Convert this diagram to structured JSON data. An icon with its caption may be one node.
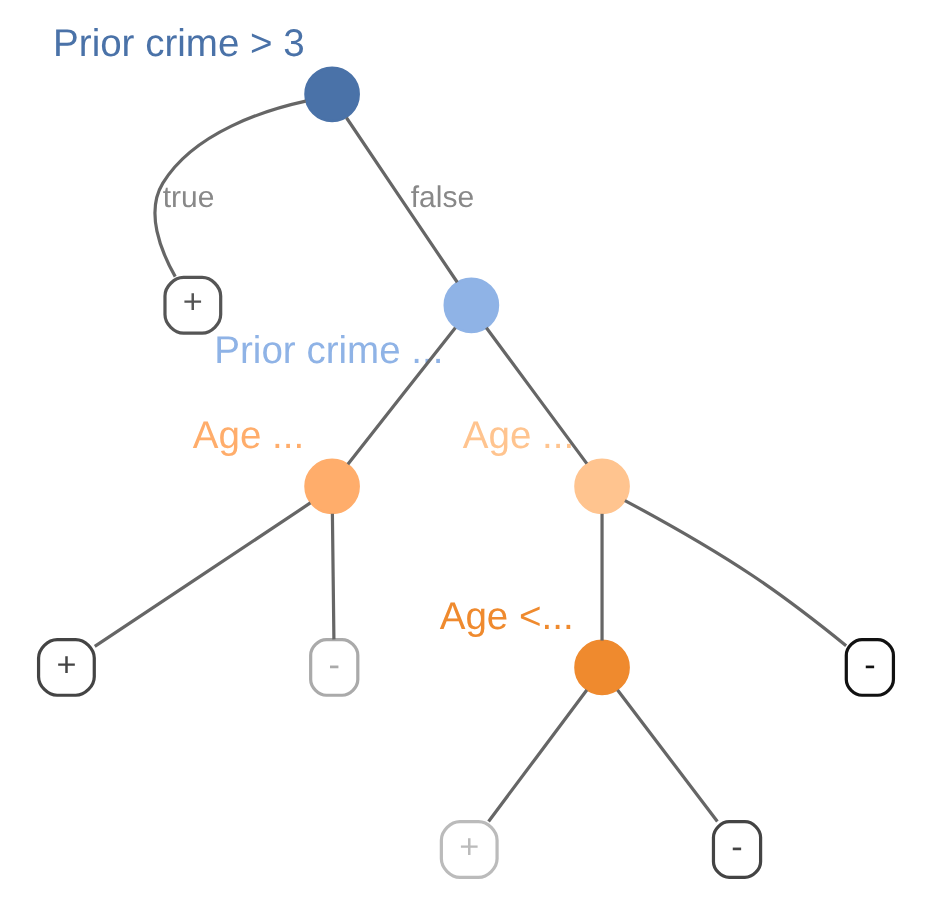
{
  "diagram": {
    "nodes": [
      {
        "text": [],
        "shape": "circle",
        "beside": [
          "Prior crime > 3"
        ]
      },
      {
        "text": [
          "+"
        ]
      },
      {
        "text": [],
        "shape": "circle",
        "beside": [
          "Prior crime ..."
        ]
      },
      {
        "text": [],
        "shape": "circle",
        "beside": [
          "Age ..."
        ]
      },
      {
        "text": [],
        "shape": "circle",
        "beside": [
          "Age ..."
        ]
      },
      {
        "text": [
          "+"
        ]
      },
      {
        "text": [
          "-"
        ]
      },
      {
        "text": [],
        "shape": "circle",
        "beside": [
          "Age <..."
        ]
      },
      {
        "text": [
          "-"
        ]
      },
      {
        "text": [
          "+"
        ]
      },
      {
        "text": [
          "-"
        ]
      }
    ],
    "edges": [
      {
        "from": 0,
        "to": 1,
        "arrow": "none",
        "label": "true"
      },
      {
        "from": 0,
        "to": 2,
        "arrow": "none",
        "label": "false"
      },
      {
        "from": 2,
        "to": 3,
        "arrow": "none"
      },
      {
        "from": 2,
        "to": 4,
        "arrow": "none"
      },
      {
        "from": 3,
        "to": 5,
        "arrow": "none"
      },
      {
        "from": 3,
        "to": 6,
        "arrow": "none"
      },
      {
        "from": 4,
        "to": 7,
        "arrow": "none"
      },
      {
        "from": 4,
        "to": 8,
        "arrow": "none"
      },
      {
        "from": 7,
        "to": 9,
        "arrow": "none"
      },
      {
        "from": 7,
        "to": 10,
        "arrow": "none"
      }
    ]
  }
}
